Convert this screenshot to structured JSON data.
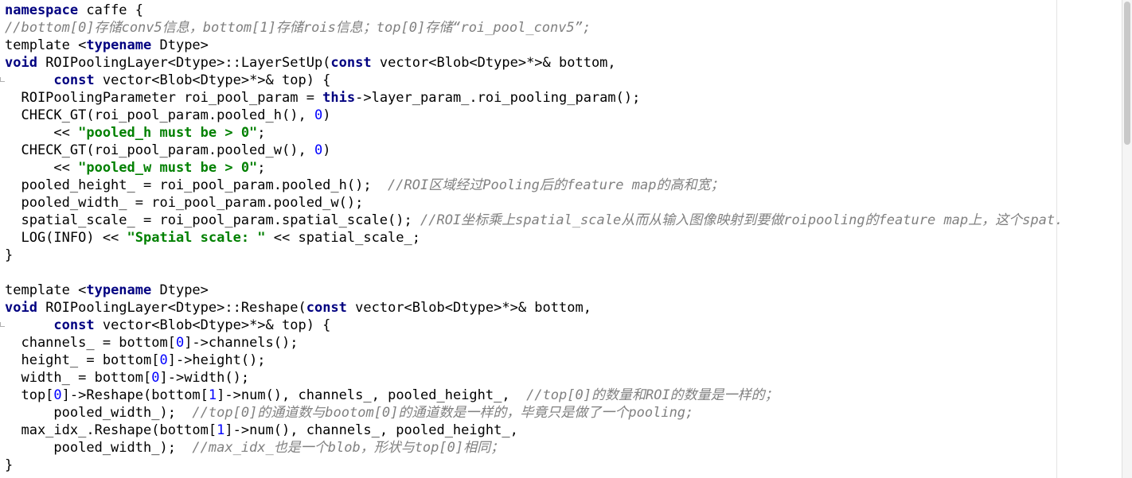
{
  "editor": {
    "colors": {
      "keyword": "#000080",
      "string": "#008000",
      "comment": "#808080",
      "number": "#0000ff",
      "text": "#000000"
    },
    "lines": [
      [
        {
          "t": "namespace",
          "c": "kw"
        },
        {
          "t": " caffe {",
          "c": "plain"
        }
      ],
      [
        {
          "t": "//bottom[0]存储conv5信息，bottom[1]存储rois信息；top[0]存储“roi_pool_conv5”;",
          "c": "cmt"
        }
      ],
      [
        {
          "t": "template <",
          "c": "plain"
        },
        {
          "t": "typename",
          "c": "kw"
        },
        {
          "t": " Dtype>",
          "c": "plain"
        }
      ],
      [
        {
          "t": "void",
          "c": "kw"
        },
        {
          "t": " ROIPoolingLayer<Dtype>::LayerSetUp(",
          "c": "plain"
        },
        {
          "t": "const",
          "c": "kw"
        },
        {
          "t": " vector<Blob<Dtype>*>& bottom,",
          "c": "plain"
        }
      ],
      [
        {
          "t": "      ",
          "c": "plain"
        },
        {
          "t": "const",
          "c": "kw"
        },
        {
          "t": " vector<Blob<Dtype>*>& top) {",
          "c": "plain"
        }
      ],
      [
        {
          "t": "  ROIPoolingParameter roi_pool_param = ",
          "c": "plain"
        },
        {
          "t": "this",
          "c": "kw"
        },
        {
          "t": "->layer_param_.roi_pooling_param();",
          "c": "plain"
        }
      ],
      [
        {
          "t": "  CHECK_GT(roi_pool_param.pooled_h(), ",
          "c": "plain"
        },
        {
          "t": "0",
          "c": "num"
        },
        {
          "t": ")",
          "c": "plain"
        }
      ],
      [
        {
          "t": "      << ",
          "c": "plain"
        },
        {
          "t": "\"pooled_h must be > 0\"",
          "c": "str"
        },
        {
          "t": ";",
          "c": "plain"
        }
      ],
      [
        {
          "t": "  CHECK_GT(roi_pool_param.pooled_w(), ",
          "c": "plain"
        },
        {
          "t": "0",
          "c": "num"
        },
        {
          "t": ")",
          "c": "plain"
        }
      ],
      [
        {
          "t": "      << ",
          "c": "plain"
        },
        {
          "t": "\"pooled_w must be > 0\"",
          "c": "str"
        },
        {
          "t": ";",
          "c": "plain"
        }
      ],
      [
        {
          "t": "  pooled_height_ = roi_pool_param.pooled_h();  ",
          "c": "plain"
        },
        {
          "t": "//ROI区域经过Pooling后的feature map的高和宽；",
          "c": "cmt"
        }
      ],
      [
        {
          "t": "  pooled_width_ = roi_pool_param.pooled_w();",
          "c": "plain"
        }
      ],
      [
        {
          "t": "  spatial_scale_ = roi_pool_param.spatial_scale(); ",
          "c": "plain"
        },
        {
          "t": "//ROI坐标乘上spatial_scale从而从输入图像映射到要做roipooling的feature map上，这个spat.",
          "c": "cmt"
        }
      ],
      [
        {
          "t": "  LOG(INFO) << ",
          "c": "plain"
        },
        {
          "t": "\"Spatial scale: \"",
          "c": "str"
        },
        {
          "t": " << spatial_scale_;",
          "c": "plain"
        }
      ],
      [
        {
          "t": "}",
          "c": "brace"
        }
      ],
      [
        {
          "t": "",
          "c": "plain"
        }
      ],
      [
        {
          "t": "template <",
          "c": "plain"
        },
        {
          "t": "typename",
          "c": "kw"
        },
        {
          "t": " Dtype>",
          "c": "plain"
        }
      ],
      [
        {
          "t": "void",
          "c": "kw"
        },
        {
          "t": " ROIPoolingLayer<Dtype>::Reshape(",
          "c": "plain"
        },
        {
          "t": "const",
          "c": "kw"
        },
        {
          "t": " vector<Blob<Dtype>*>& bottom,",
          "c": "plain"
        }
      ],
      [
        {
          "t": "      ",
          "c": "plain"
        },
        {
          "t": "const",
          "c": "kw"
        },
        {
          "t": " vector<Blob<Dtype>*>& top) {",
          "c": "plain"
        }
      ],
      [
        {
          "t": "  channels_ = bottom[",
          "c": "plain"
        },
        {
          "t": "0",
          "c": "num"
        },
        {
          "t": "]->channels();",
          "c": "plain"
        }
      ],
      [
        {
          "t": "  height_ = bottom[",
          "c": "plain"
        },
        {
          "t": "0",
          "c": "num"
        },
        {
          "t": "]->height();",
          "c": "plain"
        }
      ],
      [
        {
          "t": "  width_ = bottom[",
          "c": "plain"
        },
        {
          "t": "0",
          "c": "num"
        },
        {
          "t": "]->width();",
          "c": "plain"
        }
      ],
      [
        {
          "t": "  top[",
          "c": "plain"
        },
        {
          "t": "0",
          "c": "num"
        },
        {
          "t": "]->Reshape(bottom[",
          "c": "plain"
        },
        {
          "t": "1",
          "c": "num"
        },
        {
          "t": "]->num(), channels_, pooled_height_,  ",
          "c": "plain"
        },
        {
          "t": "//top[0]的数量和ROI的数量是一样的；",
          "c": "cmt"
        }
      ],
      [
        {
          "t": "      pooled_width_);  ",
          "c": "plain"
        },
        {
          "t": "//top[0]的通道数与bootom[0]的通道数是一样的，毕竟只是做了一个pooling;",
          "c": "cmt"
        }
      ],
      [
        {
          "t": "  max_idx_.Reshape(bottom[",
          "c": "plain"
        },
        {
          "t": "1",
          "c": "num"
        },
        {
          "t": "]->num(), channels_, pooled_height_,",
          "c": "plain"
        }
      ],
      [
        {
          "t": "      pooled_width_);  ",
          "c": "plain"
        },
        {
          "t": "//max_idx_也是一个blob，形状与top[0]相同；",
          "c": "cmt"
        }
      ],
      [
        {
          "t": "}",
          "c": "brace"
        }
      ]
    ]
  }
}
